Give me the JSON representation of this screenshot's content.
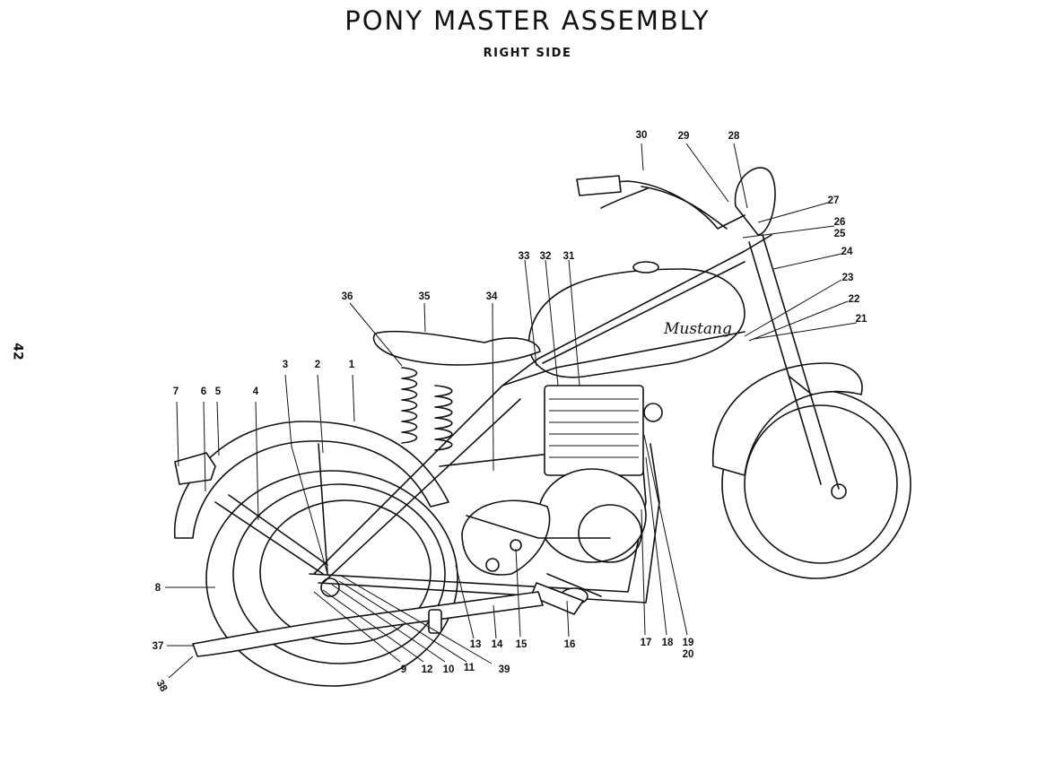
{
  "title": "PONY MASTER ASSEMBLY",
  "subtitle": "RIGHT SIDE",
  "page_number": "42",
  "tank_script": "Mustang",
  "callouts": [
    {
      "id": "1",
      "label": "1"
    },
    {
      "id": "2",
      "label": "2"
    },
    {
      "id": "3",
      "label": "3"
    },
    {
      "id": "4",
      "label": "4"
    },
    {
      "id": "5",
      "label": "5"
    },
    {
      "id": "6",
      "label": "6"
    },
    {
      "id": "7",
      "label": "7"
    },
    {
      "id": "8",
      "label": "8"
    },
    {
      "id": "9",
      "label": "9"
    },
    {
      "id": "10",
      "label": "10"
    },
    {
      "id": "11",
      "label": "11"
    },
    {
      "id": "12",
      "label": "12"
    },
    {
      "id": "13",
      "label": "13"
    },
    {
      "id": "14",
      "label": "14"
    },
    {
      "id": "15",
      "label": "15"
    },
    {
      "id": "16",
      "label": "16"
    },
    {
      "id": "17",
      "label": "17"
    },
    {
      "id": "18",
      "label": "18"
    },
    {
      "id": "19",
      "label": "19"
    },
    {
      "id": "20",
      "label": "20"
    },
    {
      "id": "21",
      "label": "21"
    },
    {
      "id": "22",
      "label": "22"
    },
    {
      "id": "23",
      "label": "23"
    },
    {
      "id": "24",
      "label": "24"
    },
    {
      "id": "25",
      "label": "25"
    },
    {
      "id": "26",
      "label": "26"
    },
    {
      "id": "27",
      "label": "27"
    },
    {
      "id": "28",
      "label": "28"
    },
    {
      "id": "29",
      "label": "29"
    },
    {
      "id": "30",
      "label": "30"
    },
    {
      "id": "31",
      "label": "31"
    },
    {
      "id": "32",
      "label": "32"
    },
    {
      "id": "33",
      "label": "33"
    },
    {
      "id": "34",
      "label": "34"
    },
    {
      "id": "35",
      "label": "35"
    },
    {
      "id": "36",
      "label": "36"
    },
    {
      "id": "37",
      "label": "37"
    },
    {
      "id": "38",
      "label": "38"
    },
    {
      "id": "39",
      "label": "39"
    }
  ]
}
